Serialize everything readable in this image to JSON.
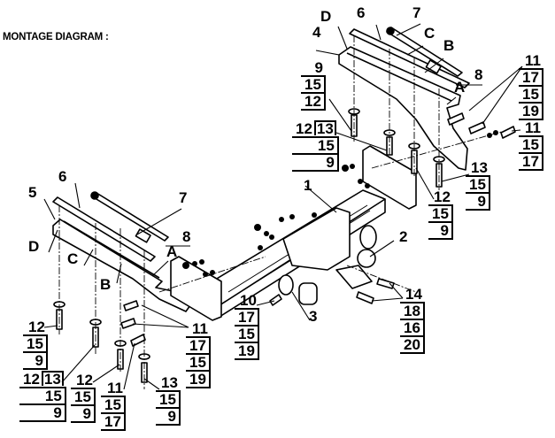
{
  "title": "MONTAGE DIAGRAM :",
  "part_labels": {
    "p1": "1",
    "p2": "2",
    "p3": "3",
    "p4": "4",
    "p5": "5",
    "p6_top": "6",
    "p7_top": "7",
    "p8_top": "8",
    "p6_left": "6",
    "p7_left": "7",
    "p8_left": "8",
    "A_top": "A",
    "B_top": "B",
    "C_top": "C",
    "D_top": "D",
    "A_left": "A",
    "B_left": "B",
    "C_left": "C",
    "D_left": "D"
  },
  "stacks": {
    "s_top_9_15_12": [
      "9",
      "15",
      "12"
    ],
    "s_top_12_13_15_9": [
      "12",
      "13",
      "15",
      "9"
    ],
    "s_top_11_17_15_19": [
      "11",
      "17",
      "15",
      "19"
    ],
    "s_top_11_15_17": [
      "11",
      "15",
      "17"
    ],
    "s_top_13_15_9": [
      "13",
      "15",
      "9"
    ],
    "s_top_12_15_9": [
      "12",
      "15",
      "9"
    ],
    "s_left_12_15_9_a": [
      "12",
      "15",
      "9"
    ],
    "s_left_12_13_15_9": [
      "12",
      "13",
      "15",
      "9"
    ],
    "s_left_12_15_9_b": [
      "12",
      "15",
      "9"
    ],
    "s_left_11_15_17": [
      "11",
      "15",
      "17"
    ],
    "s_left_13_15_9": [
      "13",
      "15",
      "9"
    ],
    "s_left_11_17_15_19": [
      "11",
      "17",
      "15",
      "19"
    ],
    "s_10_17_15_19": [
      "10",
      "17",
      "15",
      "19"
    ],
    "s_14_18_16_20": [
      "14",
      "18",
      "16",
      "20"
    ]
  }
}
